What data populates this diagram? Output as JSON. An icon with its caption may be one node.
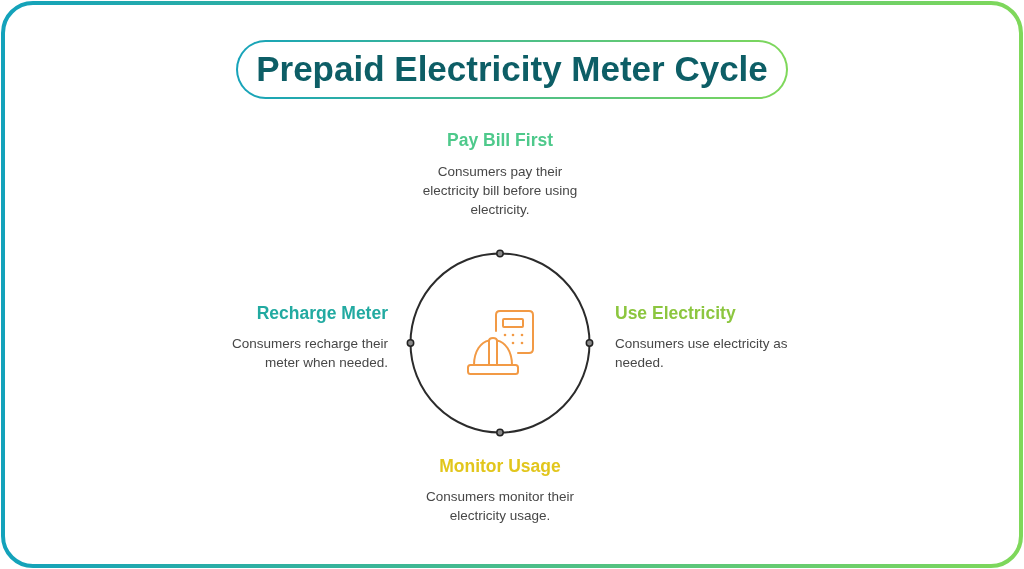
{
  "diagram": {
    "title": "Prepaid Electricity Meter Cycle",
    "labels": [
      "Pay Bill First",
      "Consumers pay their electricity bill before using electricity.",
      "Recharge Meter",
      "Consumers recharge their meter when needed.",
      "Use Electricity",
      "Consumers use electricity as needed.",
      "Monitor Usage",
      "Consumers monitor their electricity usage."
    ]
  }
}
